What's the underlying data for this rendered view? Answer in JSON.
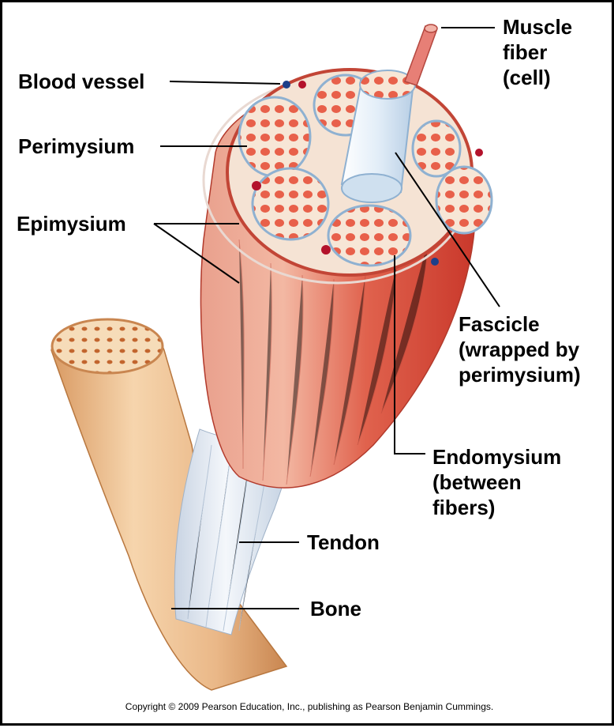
{
  "labels": {
    "muscle_fiber": {
      "line1": "Muscle",
      "line2": "fiber",
      "line3": "(cell)"
    },
    "blood_vessel": "Blood vessel",
    "perimysium": "Perimysium",
    "epimysium": "Epimysium",
    "fascicle": {
      "line1": "Fascicle",
      "line2": "(wrapped by",
      "line3": "perimysium)"
    },
    "endomysium": {
      "line1": "Endomysium",
      "line2": "(between",
      "line3": "fibers)"
    },
    "tendon": "Tendon",
    "bone": "Bone"
  },
  "copyright": "Copyright © 2009 Pearson Education, Inc., publishing as Pearson Benjamin Cummings.",
  "colors": {
    "muscle": "#d9493a",
    "muscle_light": "#f0a08a",
    "fiber": "#e8604a",
    "bone": "#f2c79a",
    "bone_dark": "#d99a63",
    "tendon": "#dfe7ef",
    "connective": "#f7e6d6",
    "vessel_red": "#b3122b",
    "vessel_blue": "#1d3f8a"
  }
}
